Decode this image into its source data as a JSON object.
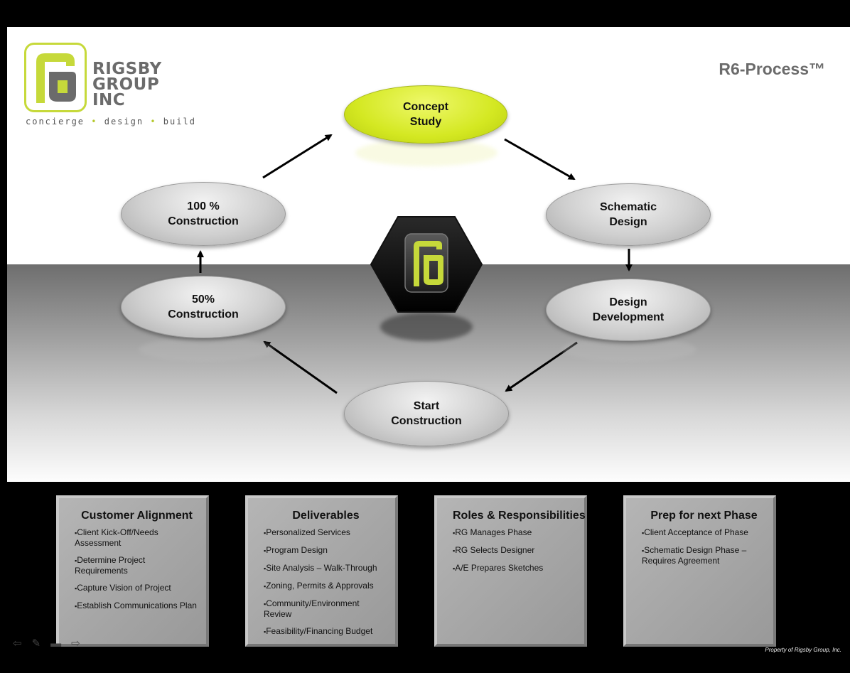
{
  "brand": {
    "name_lines": [
      "RIGSBY",
      "GROUP",
      "INC"
    ],
    "tagline": [
      "concierge",
      "design",
      "build"
    ],
    "tagline_separator": "•",
    "colors": {
      "lime": "#c6d93a",
      "gray": "#6b6b6b"
    }
  },
  "process_title": "R6-Process™",
  "center_emblem": {
    "icon": "rg-monogram-hexagon-icon"
  },
  "cycle": {
    "concept_study": "Concept\nStudy",
    "schematic_design": "Schematic\nDesign",
    "design_development": "Design\nDevelopment",
    "start_construction": "Start\nConstruction",
    "construction_50": "50%\nConstruction",
    "construction_100": "100 %\nConstruction"
  },
  "info_boxes": [
    {
      "title": "Customer Alignment",
      "items": [
        "Client Kick-Off/Needs Assessment",
        "Determine Project Requirements",
        "Capture Vision of Project",
        "Establish Communications  Plan"
      ]
    },
    {
      "title": "Deliverables",
      "items": [
        "Personalized Services",
        "Program Design",
        "Site Analysis  – Walk-Through",
        "Zoning, Permits & Approvals",
        "Community/Environment Review",
        "Feasibility/Financing Budget"
      ]
    },
    {
      "title": "Roles & Responsibilities",
      "items": [
        "RG Manages  Phase",
        "RG Selects Designer",
        "A/E Prepares Sketches"
      ]
    },
    {
      "title": "Prep for next Phase",
      "items": [
        "Client Acceptance  of Phase",
        "Schematic  Design Phase – Requires Agreement"
      ]
    }
  ],
  "footer": {
    "tools": [
      "back-arrow-icon",
      "pen-icon",
      "menu-icon",
      "forward-arrow-icon"
    ],
    "copyright": "Property of Rigsby  Group, Inc."
  }
}
